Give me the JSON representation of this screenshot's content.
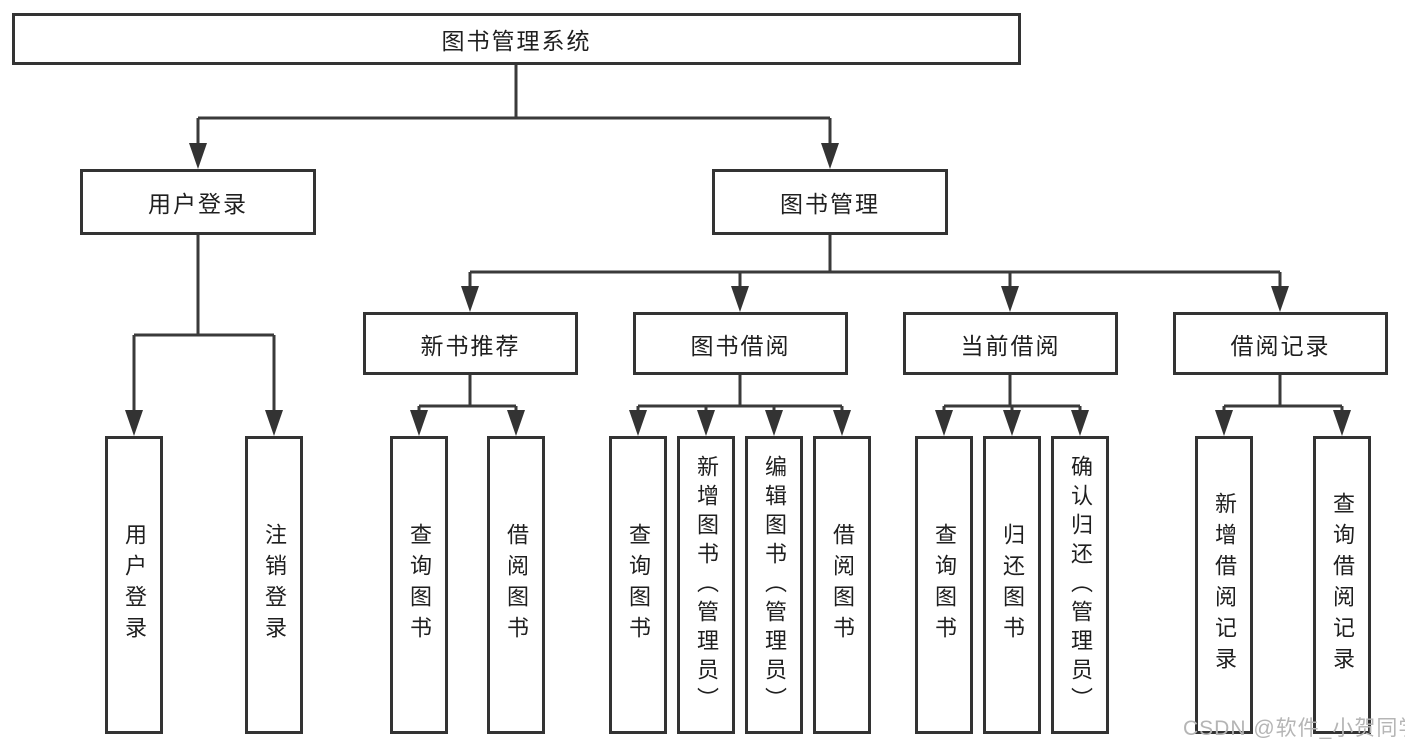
{
  "diagram": {
    "type": "hierarchy-tree",
    "title": "图书管理系统",
    "colors": {
      "background": "#ffffff",
      "line": "#3a3a3a",
      "box_border": "#333333",
      "text": "#1f1f1f",
      "watermark": "#b5b5b5"
    }
  },
  "nodes": {
    "root": {
      "label": "图书管理系统"
    },
    "user_login": {
      "label": "用户登录"
    },
    "book_mgmt": {
      "label": "图书管理"
    },
    "new_books": {
      "label": "新书推荐"
    },
    "book_borrow": {
      "label": "图书借阅"
    },
    "current_borrow": {
      "label": "当前借阅"
    },
    "borrow_records": {
      "label": "借阅记录"
    },
    "leaf_user_login": {
      "label": "用户登录"
    },
    "leaf_logout": {
      "label": "注销登录"
    },
    "leaf_nb_search": {
      "label": "查询图书"
    },
    "leaf_nb_borrow": {
      "label": "借阅图书"
    },
    "leaf_bb_search": {
      "label": "查询图书"
    },
    "leaf_bb_add": {
      "label": "新增图书（管理员）"
    },
    "leaf_bb_edit": {
      "label": "编辑图书（管理员）"
    },
    "leaf_bb_borrow": {
      "label": "借阅图书"
    },
    "leaf_cb_search": {
      "label": "查询图书"
    },
    "leaf_cb_return": {
      "label": "归还图书"
    },
    "leaf_cb_confirm": {
      "label": "确认归还（管理员）"
    },
    "leaf_br_add": {
      "label": "新增借阅记录"
    },
    "leaf_br_search": {
      "label": "查询借阅记录"
    }
  },
  "edges": [
    [
      "root",
      "user_login"
    ],
    [
      "root",
      "book_mgmt"
    ],
    [
      "user_login",
      "leaf_user_login"
    ],
    [
      "user_login",
      "leaf_logout"
    ],
    [
      "book_mgmt",
      "new_books"
    ],
    [
      "book_mgmt",
      "book_borrow"
    ],
    [
      "book_mgmt",
      "current_borrow"
    ],
    [
      "book_mgmt",
      "borrow_records"
    ],
    [
      "new_books",
      "leaf_nb_search"
    ],
    [
      "new_books",
      "leaf_nb_borrow"
    ],
    [
      "book_borrow",
      "leaf_bb_search"
    ],
    [
      "book_borrow",
      "leaf_bb_add"
    ],
    [
      "book_borrow",
      "leaf_bb_edit"
    ],
    [
      "book_borrow",
      "leaf_bb_borrow"
    ],
    [
      "current_borrow",
      "leaf_cb_search"
    ],
    [
      "current_borrow",
      "leaf_cb_return"
    ],
    [
      "current_borrow",
      "leaf_cb_confirm"
    ],
    [
      "borrow_records",
      "leaf_br_add"
    ],
    [
      "borrow_records",
      "leaf_br_search"
    ]
  ],
  "watermark": {
    "text": "CSDN @软件_小贺同学"
  }
}
